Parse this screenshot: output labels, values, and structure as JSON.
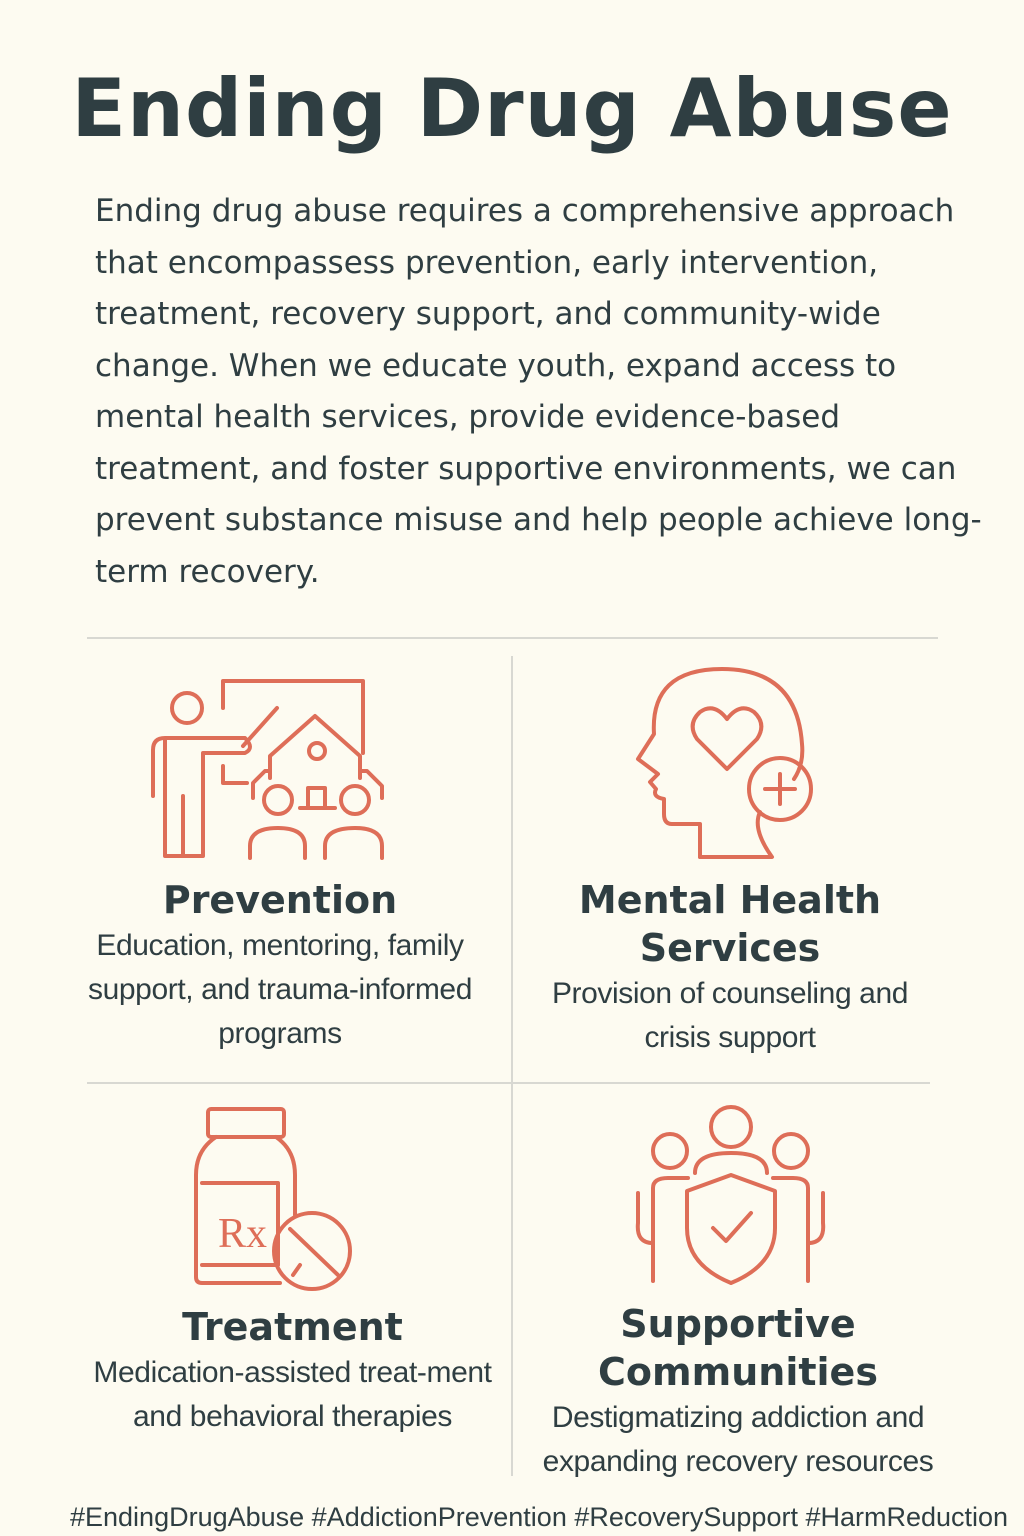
{
  "title": "Ending Drug Abuse",
  "intro": "Ending drug abuse requires a comprehensive approach that encompassess prevention, early intervention, treatment, recovery support, and community-wide change. When we educate youth, expand access to mental health services, provide evidence-based treatment, and foster supportive environments, we can prevent substance misuse and help people achieve long-term recovery.",
  "accent": "#de6e58",
  "sections": [
    {
      "icon": "teacher-family-home-icon",
      "title": "Prevention",
      "desc": "Education, mentoring, family support, and trauma-informed programs"
    },
    {
      "icon": "head-heart-plus-icon",
      "title": "Mental Health Services",
      "desc": "Provision of counseling and crisis support"
    },
    {
      "icon": "pill-bottle-rx-icon",
      "title": "Treatment",
      "desc": "Medication-assisted treat-ment and behavioral therapies"
    },
    {
      "icon": "community-shield-icon",
      "title": "Supportive Communities",
      "desc": "Destigmatizing addiction and expanding recovery resources"
    }
  ],
  "hashtags": "#EndingDrugAbuse #AddictionPrevention #RecoverySupport #HarmReduction"
}
